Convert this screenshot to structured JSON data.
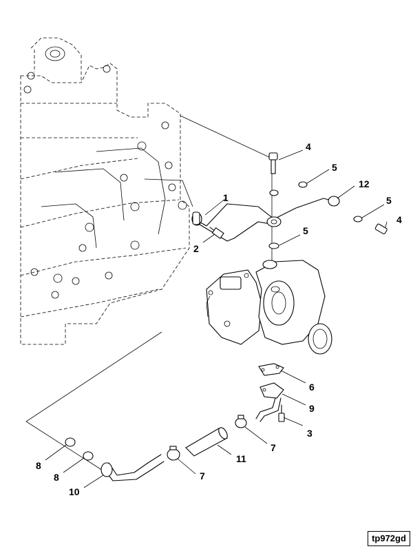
{
  "figure_code": "tp972gd",
  "callouts": [
    {
      "id": "c1",
      "text": "1"
    },
    {
      "id": "c2",
      "text": "2"
    },
    {
      "id": "c3",
      "text": "3"
    },
    {
      "id": "c4a",
      "text": "4"
    },
    {
      "id": "c4b",
      "text": "4"
    },
    {
      "id": "c5a",
      "text": "5"
    },
    {
      "id": "c5b",
      "text": "5"
    },
    {
      "id": "c5c",
      "text": "5"
    },
    {
      "id": "c6",
      "text": "6"
    },
    {
      "id": "c7a",
      "text": "7"
    },
    {
      "id": "c7b",
      "text": "7"
    },
    {
      "id": "c8a",
      "text": "8"
    },
    {
      "id": "c8b",
      "text": "8"
    },
    {
      "id": "c9",
      "text": "9"
    },
    {
      "id": "c10",
      "text": "10"
    },
    {
      "id": "c11",
      "text": "11"
    },
    {
      "id": "c12",
      "text": "12"
    }
  ]
}
